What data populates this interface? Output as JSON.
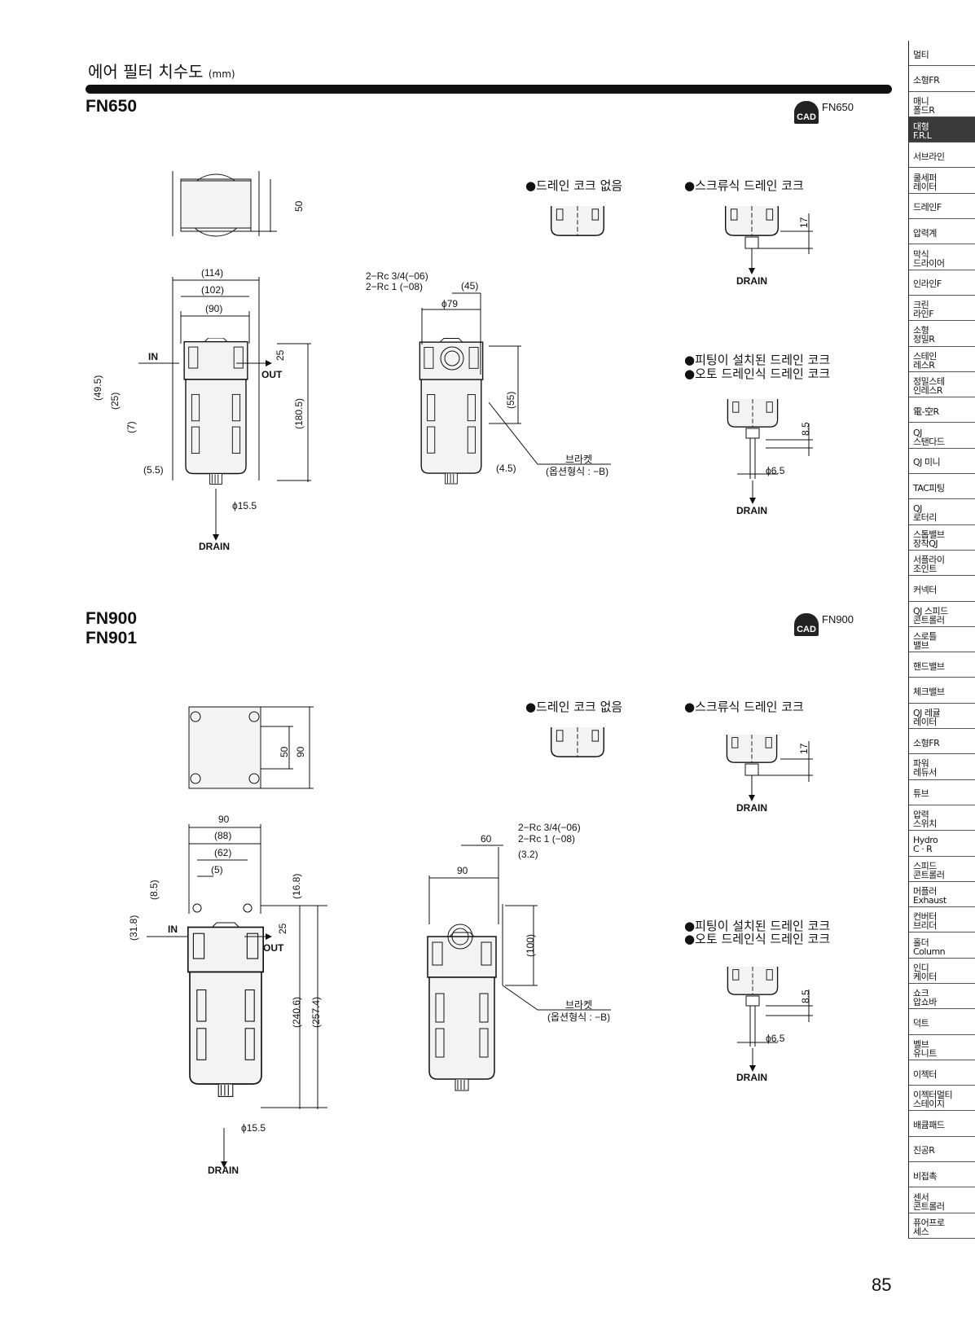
{
  "header": {
    "title": "에어 필터 치수도",
    "unit": "(mm)"
  },
  "page_number": "85",
  "sections": [
    {
      "models": [
        "FN650"
      ],
      "cad_badge": "CAD",
      "cad_label": "FN650",
      "top_view": {
        "dim": "50"
      },
      "front": {
        "w1": "(114)",
        "w2": "(102)",
        "w3": "(90)",
        "in": "IN",
        "out": "OUT",
        "d25": "25",
        "d49": "(49.5)",
        "d25b": "(25)",
        "d7": "(7)",
        "h": "(180.5)",
        "d55": "(5.5)",
        "phi": "ϕ15.5",
        "drain": "DRAIN"
      },
      "side": {
        "port1": "2−Rc 3/4(−06)",
        "port2": "2−Rc 1  (−08)",
        "d45": "(45)",
        "phi79": "ϕ79",
        "d55": "(55)",
        "d45b": "(4.5)",
        "bracket": "브라켓",
        "bracket_opt": "(옵션형식 : −B)"
      },
      "drain_options": {
        "none": "●드레인 코크 없음",
        "screw": "●스크류식 드레인 코크",
        "screw_dim": "17",
        "screw_drain": "DRAIN",
        "fitting": "●피팅이 설치된 드레인 코크",
        "auto": "●오토 드레인식 드레인 코크",
        "fit_dim": "8.5",
        "fit_phi": "ϕ6.5",
        "fit_drain": "DRAIN"
      }
    },
    {
      "models": [
        "FN900",
        "FN901"
      ],
      "cad_badge": "CAD",
      "cad_label": "FN900",
      "top_view": {
        "dim": "50",
        "dim2": "90"
      },
      "front": {
        "w1": "90",
        "w2": "(88)",
        "w3": "(62)",
        "w4": "(5)",
        "d85": "(8.5)",
        "d318": "(31.8)",
        "in": "IN",
        "out": "OUT",
        "d25": "25",
        "d168": "(16.8)",
        "h1": "(240.6)",
        "h2": "(257.4)",
        "phi": "ϕ15.5",
        "drain": "DRAIN"
      },
      "side": {
        "port1": "2−Rc 3/4(−06)",
        "port2": "2−Rc 1  (−08)",
        "d60": "60",
        "d32": "(3.2)",
        "d90": "90",
        "d100": "(100)",
        "bracket": "브라켓",
        "bracket_opt": "(옵션형식 : −B)"
      },
      "drain_options": {
        "none": "●드레인 코크 없음",
        "screw": "●스크류식 드레인 코크",
        "screw_dim": "17",
        "screw_drain": "DRAIN",
        "fitting": "●피팅이 설치된 드레인 코크",
        "auto": "●오토 드레인식 드레인 코크",
        "fit_dim": "8.5",
        "fit_phi": "ϕ6.5",
        "fit_drain": "DRAIN"
      }
    }
  ],
  "sidebar": {
    "active_index": 3,
    "items": [
      "멀티",
      "소형FR",
      "매니\n폴드R",
      "대형\nF.R.L",
      "서브라인",
      "쿨세퍼\n레이터",
      "드레인F",
      "압력계",
      "막식\n드라이어",
      "인라인F",
      "크린\n라인F",
      "소형\n정밀R",
      "스테인\n레스R",
      "정밀스테\n인레스R",
      "電-空R",
      "QJ\n스탠다드",
      "QJ 미니",
      "TAC피팅",
      "QJ\n로터리",
      "스톱밸브\n장착QJ",
      "서플라이\n조인트",
      "커넥터",
      "QJ 스피드\n콘트롤러",
      "스로틀\n밸브",
      "핸드밸브",
      "체크밸브",
      "QJ 레귤\n레이터",
      "소형FR",
      "파워\n레듀서",
      "튜브",
      "압력\n스위치",
      "Hydro\nC · R",
      "스피드\n콘트롤러",
      "머플러\nExhaust",
      "컨버터\n브리더",
      "홀더\nColumn",
      "인디\n케이터",
      "쇼크\n압쇼바",
      "덕트",
      "벨브\n유니트",
      "이젝터",
      "이젝터멀티\n스테이지",
      "배큠패드",
      "진공R",
      "비접촉",
      "센서\n콘트롤러",
      "퓨어프로\n세스"
    ]
  }
}
